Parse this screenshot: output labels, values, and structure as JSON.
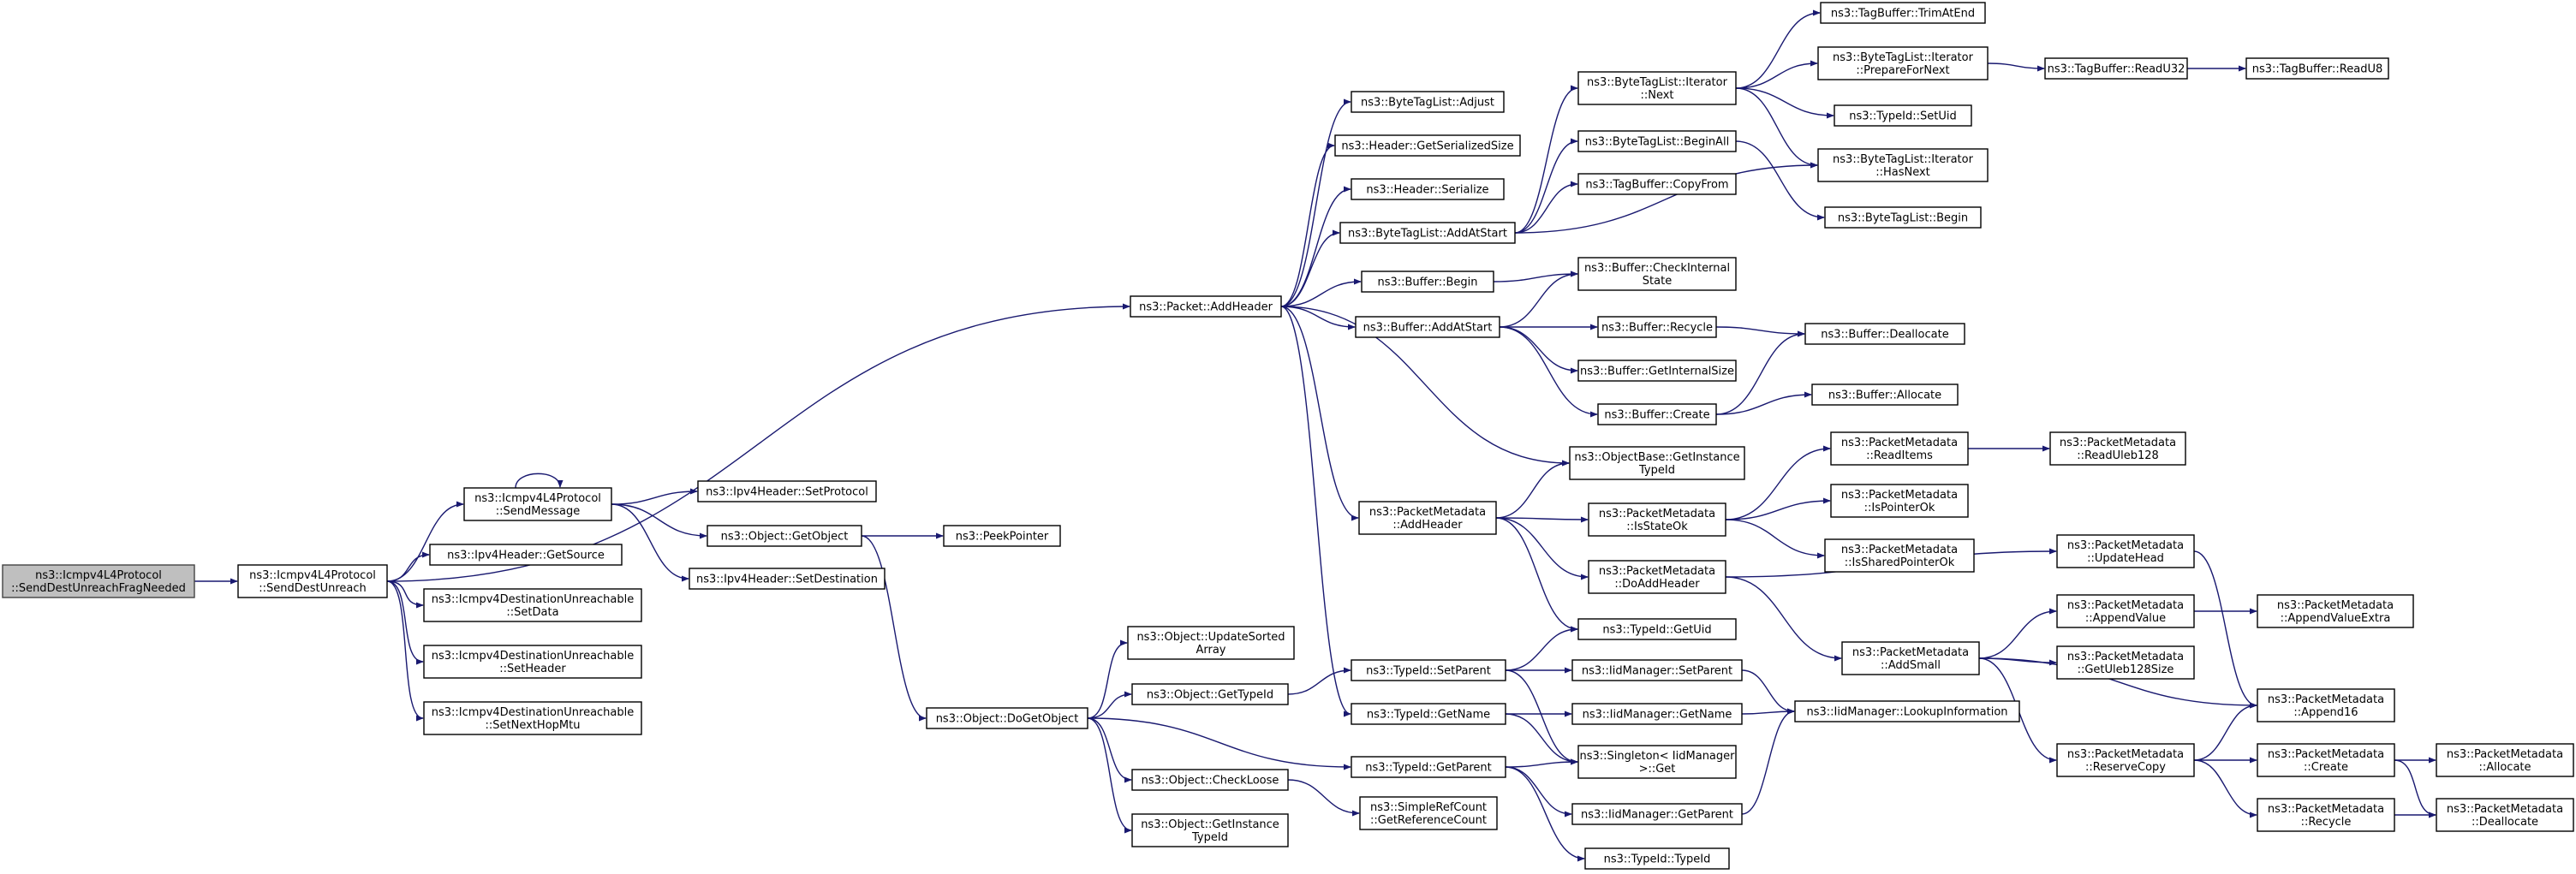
{
  "colors": {
    "edge": "#191970",
    "root_fill": "#bfbfbf",
    "node_fill": "#ffffff",
    "node_border": "#000000"
  },
  "nodes": [
    {
      "id": "root",
      "lines": [
        "ns3::Icmpv4L4Protocol",
        "::SendDestUnreachFragNeeded"
      ],
      "root": true
    },
    {
      "id": "sdu",
      "lines": [
        "ns3::Icmpv4L4Protocol",
        "::SendDestUnreach"
      ]
    },
    {
      "id": "addheader",
      "lines": [
        "ns3::Packet::AddHeader"
      ]
    },
    {
      "id": "sendmsg",
      "lines": [
        "ns3::Icmpv4L4Protocol",
        "::SendMessage"
      ]
    },
    {
      "id": "getsource",
      "lines": [
        "ns3::Ipv4Header::GetSource"
      ]
    },
    {
      "id": "setdata",
      "lines": [
        "ns3::Icmpv4DestinationUnreachable",
        "::SetData"
      ]
    },
    {
      "id": "setheader",
      "lines": [
        "ns3::Icmpv4DestinationUnreachable",
        "::SetHeader"
      ]
    },
    {
      "id": "setnexthop",
      "lines": [
        "ns3::Icmpv4DestinationUnreachable",
        "::SetNextHopMtu"
      ]
    },
    {
      "id": "setprotocol",
      "lines": [
        "ns3::Ipv4Header::SetProtocol"
      ]
    },
    {
      "id": "getobject",
      "lines": [
        "ns3::Object::GetObject"
      ]
    },
    {
      "id": "setdest",
      "lines": [
        "ns3::Ipv4Header::SetDestination"
      ]
    },
    {
      "id": "peekpointer",
      "lines": [
        "ns3::PeekPointer"
      ]
    },
    {
      "id": "dogetobject",
      "lines": [
        "ns3::Object::DoGetObject"
      ]
    },
    {
      "id": "updatesorted",
      "lines": [
        "ns3::Object::UpdateSorted",
        "Array"
      ]
    },
    {
      "id": "objgettypeid",
      "lines": [
        "ns3::Object::GetTypeId"
      ]
    },
    {
      "id": "checkloose",
      "lines": [
        "ns3::Object::CheckLoose"
      ]
    },
    {
      "id": "objgetinst",
      "lines": [
        "ns3::Object::GetInstance",
        "TypeId"
      ]
    },
    {
      "id": "btladjust",
      "lines": [
        "ns3::ByteTagList::Adjust"
      ]
    },
    {
      "id": "hdrgetser",
      "lines": [
        "ns3::Header::GetSerializedSize"
      ]
    },
    {
      "id": "hdrser",
      "lines": [
        "ns3::Header::Serialize"
      ]
    },
    {
      "id": "btladdatstart",
      "lines": [
        "ns3::ByteTagList::AddAtStart"
      ]
    },
    {
      "id": "bufbegin",
      "lines": [
        "ns3::Buffer::Begin"
      ]
    },
    {
      "id": "bufaddatstart",
      "lines": [
        "ns3::Buffer::AddAtStart"
      ]
    },
    {
      "id": "pmaddheader",
      "lines": [
        "ns3::PacketMetadata",
        "::AddHeader"
      ]
    },
    {
      "id": "typeidsetparent",
      "lines": [
        "ns3::TypeId::SetParent"
      ]
    },
    {
      "id": "typeidgetname",
      "lines": [
        "ns3::TypeId::GetName"
      ]
    },
    {
      "id": "typeidgetparent",
      "lines": [
        "ns3::TypeId::GetParent"
      ]
    },
    {
      "id": "srcgetref",
      "lines": [
        "ns3::SimpleRefCount",
        "::GetReferenceCount"
      ]
    },
    {
      "id": "btliternext",
      "lines": [
        "ns3::ByteTagList::Iterator",
        "::Next"
      ]
    },
    {
      "id": "btlbeginall",
      "lines": [
        "ns3::ByteTagList::BeginAll"
      ]
    },
    {
      "id": "tbcopyfrom",
      "lines": [
        "ns3::TagBuffer::CopyFrom"
      ]
    },
    {
      "id": "bufcheckint",
      "lines": [
        "ns3::Buffer::CheckInternal",
        "State"
      ]
    },
    {
      "id": "bufrecycle",
      "lines": [
        "ns3::Buffer::Recycle"
      ]
    },
    {
      "id": "bufgetinternal",
      "lines": [
        "ns3::Buffer::GetInternalSize"
      ]
    },
    {
      "id": "bufcreate",
      "lines": [
        "ns3::Buffer::Create"
      ]
    },
    {
      "id": "objbasegetinst",
      "lines": [
        "ns3::ObjectBase::GetInstance",
        "TypeId"
      ]
    },
    {
      "id": "pmisstateok",
      "lines": [
        "ns3::PacketMetadata",
        "::IsStateOk"
      ]
    },
    {
      "id": "pmdoaddheader",
      "lines": [
        "ns3::PacketMetadata",
        "::DoAddHeader"
      ]
    },
    {
      "id": "typeidgetuid",
      "lines": [
        "ns3::TypeId::GetUid"
      ]
    },
    {
      "id": "iidsetparent",
      "lines": [
        "ns3::IidManager::SetParent"
      ]
    },
    {
      "id": "iidgetname",
      "lines": [
        "ns3::IidManager::GetName"
      ]
    },
    {
      "id": "singletonget",
      "lines": [
        "ns3::Singleton< IidManager",
        ">::Get"
      ]
    },
    {
      "id": "iidgetparent",
      "lines": [
        "ns3::IidManager::GetParent"
      ]
    },
    {
      "id": "typeidtypeid",
      "lines": [
        "ns3::TypeId::TypeId"
      ]
    },
    {
      "id": "tbtrimatend",
      "lines": [
        "ns3::TagBuffer::TrimAtEnd"
      ]
    },
    {
      "id": "btlprepfornext",
      "lines": [
        "ns3::ByteTagList::Iterator",
        "::PrepareForNext"
      ]
    },
    {
      "id": "typeidsetuid",
      "lines": [
        "ns3::TypeId::SetUid"
      ]
    },
    {
      "id": "btlhasnext",
      "lines": [
        "ns3::ByteTagList::Iterator",
        "::HasNext"
      ]
    },
    {
      "id": "btlbegin",
      "lines": [
        "ns3::ByteTagList::Begin"
      ]
    },
    {
      "id": "bufdealloc",
      "lines": [
        "ns3::Buffer::Deallocate"
      ]
    },
    {
      "id": "bufalloc",
      "lines": [
        "ns3::Buffer::Allocate"
      ]
    },
    {
      "id": "pmreaditems",
      "lines": [
        "ns3::PacketMetadata",
        "::ReadItems"
      ]
    },
    {
      "id": "pmispointerok",
      "lines": [
        "ns3::PacketMetadata",
        "::IsPointerOk"
      ]
    },
    {
      "id": "pmissharedptrok",
      "lines": [
        "ns3::PacketMetadata",
        "::IsSharedPointerOk"
      ]
    },
    {
      "id": "pmaddsmall",
      "lines": [
        "ns3::PacketMetadata",
        "::AddSmall"
      ]
    },
    {
      "id": "iidlookup",
      "lines": [
        "ns3::IidManager::LookupInformation"
      ]
    },
    {
      "id": "tbreadu32",
      "lines": [
        "ns3::TagBuffer::ReadU32"
      ]
    },
    {
      "id": "tbreadu8",
      "lines": [
        "ns3::TagBuffer::ReadU8"
      ]
    },
    {
      "id": "pmreaduleb",
      "lines": [
        "ns3::PacketMetadata",
        "::ReadUleb128"
      ]
    },
    {
      "id": "pmupdatehead",
      "lines": [
        "ns3::PacketMetadata",
        "::UpdateHead"
      ]
    },
    {
      "id": "pmappendvalue",
      "lines": [
        "ns3::PacketMetadata",
        "::AppendValue"
      ]
    },
    {
      "id": "pmgetuleb",
      "lines": [
        "ns3::PacketMetadata",
        "::GetUleb128Size"
      ]
    },
    {
      "id": "pmreservecopy",
      "lines": [
        "ns3::PacketMetadata",
        "::ReserveCopy"
      ]
    },
    {
      "id": "pmappendvalextra",
      "lines": [
        "ns3::PacketMetadata",
        "::AppendValueExtra"
      ]
    },
    {
      "id": "pmappend16",
      "lines": [
        "ns3::PacketMetadata",
        "::Append16"
      ]
    },
    {
      "id": "pmcreate",
      "lines": [
        "ns3::PacketMetadata",
        "::Create"
      ]
    },
    {
      "id": "pmrecycle",
      "lines": [
        "ns3::PacketMetadata",
        "::Recycle"
      ]
    },
    {
      "id": "pmallocate",
      "lines": [
        "ns3::PacketMetadata",
        "::Allocate"
      ]
    },
    {
      "id": "pmdeallocate",
      "lines": [
        "ns3::PacketMetadata",
        "::Deallocate"
      ]
    }
  ],
  "edges": [
    [
      "root",
      "sdu"
    ],
    [
      "sdu",
      "addheader"
    ],
    [
      "sdu",
      "sendmsg"
    ],
    [
      "sdu",
      "getsource"
    ],
    [
      "sdu",
      "setdata"
    ],
    [
      "sdu",
      "setheader"
    ],
    [
      "sdu",
      "setnexthop"
    ],
    [
      "sendmsg",
      "sendmsg"
    ],
    [
      "sendmsg",
      "setprotocol"
    ],
    [
      "sendmsg",
      "getobject"
    ],
    [
      "sendmsg",
      "setdest"
    ],
    [
      "getobject",
      "peekpointer"
    ],
    [
      "getobject",
      "dogetobject"
    ],
    [
      "dogetobject",
      "updatesorted"
    ],
    [
      "dogetobject",
      "objgettypeid"
    ],
    [
      "dogetobject",
      "checkloose"
    ],
    [
      "dogetobject",
      "objgetinst"
    ],
    [
      "dogetobject",
      "typeidgetparent"
    ],
    [
      "objgettypeid",
      "typeidsetparent"
    ],
    [
      "checkloose",
      "srcgetref"
    ],
    [
      "addheader",
      "btladjust"
    ],
    [
      "addheader",
      "hdrgetser"
    ],
    [
      "addheader",
      "hdrser"
    ],
    [
      "addheader",
      "btladdatstart"
    ],
    [
      "addheader",
      "bufbegin"
    ],
    [
      "addheader",
      "bufaddatstart"
    ],
    [
      "addheader",
      "pmaddheader"
    ],
    [
      "addheader",
      "typeidgetname"
    ],
    [
      "addheader",
      "objbasegetinst"
    ],
    [
      "btladdatstart",
      "btliternext"
    ],
    [
      "btladdatstart",
      "btlbeginall"
    ],
    [
      "btladdatstart",
      "tbcopyfrom"
    ],
    [
      "btladdatstart",
      "btlhasnext"
    ],
    [
      "btliternext",
      "tbtrimatend"
    ],
    [
      "btliternext",
      "btlprepfornext"
    ],
    [
      "btliternext",
      "typeidsetuid"
    ],
    [
      "btliternext",
      "btlhasnext"
    ],
    [
      "btlprepfornext",
      "tbreadu32"
    ],
    [
      "tbreadu32",
      "tbreadu8"
    ],
    [
      "btlbeginall",
      "btlbegin"
    ],
    [
      "bufbegin",
      "bufcheckint"
    ],
    [
      "bufaddatstart",
      "bufcheckint"
    ],
    [
      "bufaddatstart",
      "bufrecycle"
    ],
    [
      "bufaddatstart",
      "bufgetinternal"
    ],
    [
      "bufaddatstart",
      "bufcreate"
    ],
    [
      "bufrecycle",
      "bufdealloc"
    ],
    [
      "bufcreate",
      "bufdealloc"
    ],
    [
      "bufcreate",
      "bufalloc"
    ],
    [
      "pmaddheader",
      "objbasegetinst"
    ],
    [
      "pmaddheader",
      "pmisstateok"
    ],
    [
      "pmaddheader",
      "pmdoaddheader"
    ],
    [
      "pmaddheader",
      "typeidgetuid"
    ],
    [
      "pmisstateok",
      "pmreaditems"
    ],
    [
      "pmisstateok",
      "pmispointerok"
    ],
    [
      "pmisstateok",
      "pmissharedptrok"
    ],
    [
      "pmreaditems",
      "pmreaduleb"
    ],
    [
      "pmdoaddheader",
      "pmupdatehead"
    ],
    [
      "pmdoaddheader",
      "pmaddsmall"
    ],
    [
      "pmaddsmall",
      "pmappendvalue"
    ],
    [
      "pmaddsmall",
      "pmgetuleb"
    ],
    [
      "pmaddsmall",
      "pmappend16"
    ],
    [
      "pmaddsmall",
      "pmreservecopy"
    ],
    [
      "pmappendvalue",
      "pmappendvalextra"
    ],
    [
      "pmupdatehead",
      "pmappend16"
    ],
    [
      "pmreservecopy",
      "pmappend16"
    ],
    [
      "pmreservecopy",
      "pmcreate"
    ],
    [
      "pmreservecopy",
      "pmrecycle"
    ],
    [
      "pmcreate",
      "pmallocate"
    ],
    [
      "pmcreate",
      "pmdeallocate"
    ],
    [
      "pmrecycle",
      "pmdeallocate"
    ],
    [
      "typeidsetparent",
      "typeidgetuid"
    ],
    [
      "typeidsetparent",
      "iidsetparent"
    ],
    [
      "typeidsetparent",
      "singletonget"
    ],
    [
      "iidsetparent",
      "iidlookup"
    ],
    [
      "typeidgetname",
      "iidgetname"
    ],
    [
      "typeidgetname",
      "singletonget"
    ],
    [
      "iidgetname",
      "iidlookup"
    ],
    [
      "typeidgetparent",
      "singletonget"
    ],
    [
      "typeidgetparent",
      "iidgetparent"
    ],
    [
      "typeidgetparent",
      "typeidtypeid"
    ],
    [
      "iidgetparent",
      "iidlookup"
    ]
  ]
}
